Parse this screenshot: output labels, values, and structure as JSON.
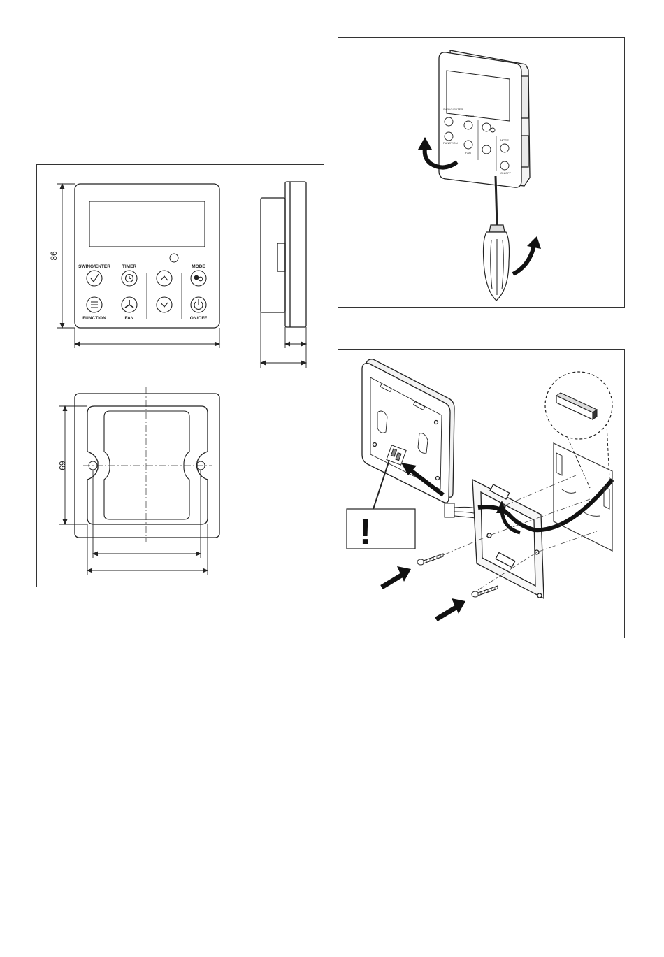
{
  "figures": {
    "dimensions": {
      "height_front": "86",
      "height_backplate": "69"
    },
    "remote_controller": {
      "swing_enter": "SWING/ENTER",
      "timer": "TIMER",
      "mode": "MODE",
      "function": "FUNCTION",
      "fan": "FAN",
      "on_off": "ON/OFF",
      "icons": [
        "check-icon",
        "clock-icon",
        "up-arrow-icon",
        "mode-icon",
        "menu-icon",
        "fan-icon",
        "down-arrow-icon",
        "power-icon"
      ]
    },
    "removal_small": {
      "swing_enter": "SWING/ENTER",
      "timer": "TIMER",
      "mode": "MODE",
      "function": "FUNCTION",
      "fan": "FAN",
      "on_off": "ON/OFF"
    },
    "install": {
      "warning_symbol": "!"
    }
  }
}
